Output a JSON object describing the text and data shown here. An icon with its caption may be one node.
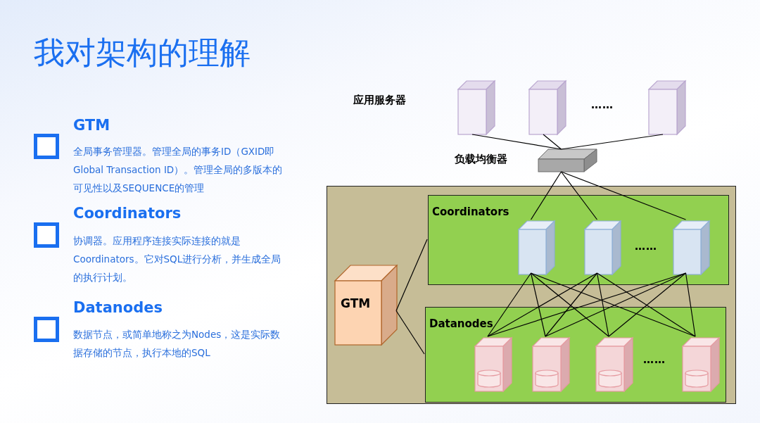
{
  "diagram": {
    "title": "我对架构的理解",
    "nodes": [
      {
        "text": [],
        "shape": "box"
      },
      {
        "text": [],
        "shape": "box"
      },
      {
        "text": [],
        "shape": "box"
      },
      {
        "text": [],
        "shape": "box"
      },
      {
        "text": [],
        "shape": "box"
      },
      {
        "text": [
          "Coordinators"
        ],
        "in": 4
      },
      {
        "text": [],
        "shape": "box",
        "in": 5
      },
      {
        "text": [],
        "shape": "box",
        "in": 5
      },
      {
        "text": [],
        "shape": "box",
        "in": 5
      },
      {
        "text": [
          "Datanodes"
        ],
        "in": 4
      },
      {
        "text": [],
        "shape": "picture",
        "in": 9
      },
      {
        "text": [],
        "shape": "picture",
        "in": 9
      },
      {
        "text": [],
        "shape": "picture",
        "in": 9
      },
      {
        "text": [],
        "shape": "picture",
        "in": 9
      },
      {
        "text": [
          "GTM"
        ],
        "in": 4
      }
    ],
    "edges": [
      {
        "from": 0,
        "to": 3,
        "arrow": "none"
      },
      {
        "from": 1,
        "to": 3,
        "arrow": "none"
      },
      {
        "from": 2,
        "to": 3,
        "arrow": "none"
      },
      {
        "from": 3,
        "to": 6,
        "arrow": "none"
      },
      {
        "from": 3,
        "to": 7,
        "arrow": "none"
      },
      {
        "from": 3,
        "to": 8,
        "arrow": "none"
      },
      {
        "from": 6,
        "to": 10,
        "arrow": "none"
      },
      {
        "from": 6,
        "to": 11,
        "arrow": "none"
      },
      {
        "from": 6,
        "to": 12,
        "arrow": "none"
      },
      {
        "from": 6,
        "to": 13,
        "arrow": "none"
      },
      {
        "from": 7,
        "to": 10,
        "arrow": "none"
      },
      {
        "from": 7,
        "to": 11,
        "arrow": "none"
      },
      {
        "from": 7,
        "to": 12,
        "arrow": "none"
      },
      {
        "from": 7,
        "to": 13,
        "arrow": "none"
      },
      {
        "from": 8,
        "to": 10,
        "arrow": "none"
      },
      {
        "from": 8,
        "to": 11,
        "arrow": "none"
      },
      {
        "from": 8,
        "to": 12,
        "arrow": "none"
      },
      {
        "from": 8,
        "to": 13,
        "arrow": "none"
      },
      {
        "from": 14,
        "to": 5,
        "arrow": "none"
      },
      {
        "from": 14,
        "to": 9,
        "arrow": "none"
      }
    ],
    "labels": [
      "GTM",
      "全局事务管理器。管理全局的事务ID（GXID即Global Transaction ID）。管理全局的多版本的可见性以及SEQUENCE的管理",
      "Coordinators",
      "协调器。应用程序连接实际连接的就是Coordinators。它对SQL进行分析，并生成全局的执行计划。",
      "Datanodes",
      "数据节点，或简单地称之为Nodes，这是实际数据存储的节点，执行本地的SQL",
      "应用服务器",
      "……",
      "负载均衡器",
      "……",
      "……"
    ]
  }
}
